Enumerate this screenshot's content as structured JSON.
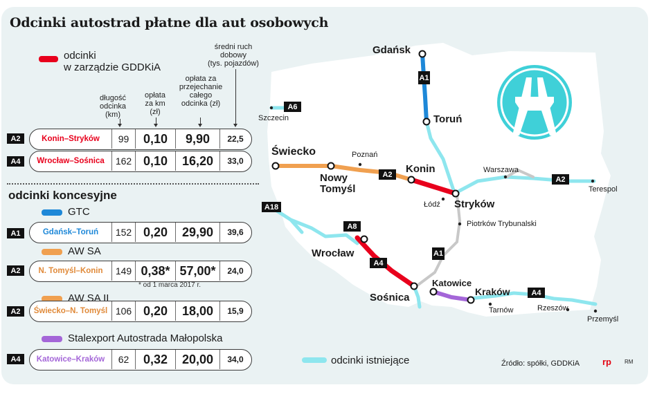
{
  "title": "Odcinki autostrad płatne dla aut osobowych",
  "colors": {
    "gddkia": "#e8001c",
    "gtc": "#1e88d8",
    "awsa": "#f0a050",
    "awsa2": "#f0a050",
    "stalexport": "#a466d8",
    "existing": "#8ee6ee",
    "panel": "#eaf2f3",
    "poland": "#ffffff"
  },
  "legend": {
    "gddkia": "odcinki\nw zarządzie GDDKiA",
    "existing": "odcinki istniejące"
  },
  "columns": {
    "length": "długość\nodcinka\n(km)",
    "fee_km": "opłata\nza km\n(zł)",
    "fee_total": "opłata za\nprzejechanie\ncałego\nodcinka (zł)",
    "traffic": "średni ruch\ndobowy\n(tys. pojazdów)"
  },
  "concession_header": "odcinki koncesyjne",
  "groups": [
    {
      "name": "GTC",
      "color": "#1e88d8"
    },
    {
      "name": "AW SA",
      "color": "#f0a050"
    },
    {
      "name": "AW SA II",
      "color": "#f0a050"
    },
    {
      "name": "Stalexport Autostrada Małopolska",
      "color": "#a466d8"
    }
  ],
  "footnote": "* od 1 marca 2017 r.",
  "chart_data": {
    "type": "table",
    "title": "Odcinki autostrad płatne dla aut osobowych",
    "headers": [
      "długość odcinka (km)",
      "opłata za km (zł)",
      "opłata za przejechanie całego odcinka (zł)",
      "średni ruch dobowy (tys. pojazdów)"
    ],
    "rows": [
      {
        "road": "A2",
        "segment": "Konin–Stryków",
        "operator": "GDDKiA",
        "color": "#e8001c",
        "length": "99",
        "fee_km": "0,10",
        "fee_total": "9,90",
        "traffic": "22,5"
      },
      {
        "road": "A4",
        "segment": "Wrocław–Sośnica",
        "operator": "GDDKiA",
        "color": "#e8001c",
        "length": "162",
        "fee_km": "0,10",
        "fee_total": "16,20",
        "traffic": "33,0"
      },
      {
        "road": "A1",
        "segment": "Gdańsk–Toruń",
        "operator": "GTC",
        "color": "#1e88d8",
        "length": "152",
        "fee_km": "0,20",
        "fee_total": "29,90",
        "traffic": "39,6"
      },
      {
        "road": "A2",
        "segment": "N. Tomyśl–Konin",
        "operator": "AW SA",
        "color": "#e08a3a",
        "length": "149",
        "fee_km": "0,38*",
        "fee_total": "57,00*",
        "traffic": "24,0"
      },
      {
        "road": "A2",
        "segment": "Świecko–N. Tomyśl",
        "operator": "AW SA II",
        "color": "#e08a3a",
        "length": "106",
        "fee_km": "0,20",
        "fee_total": "18,00",
        "traffic": "15,9"
      },
      {
        "road": "A4",
        "segment": "Katowice–Kraków",
        "operator": "Stalexport Autostrada Małopolska",
        "color": "#a466d8",
        "length": "62",
        "fee_km": "0,32",
        "fee_total": "20,00",
        "traffic": "34,0"
      }
    ]
  },
  "map": {
    "cities_major": [
      "Gdańsk",
      "Toruń",
      "Świecko",
      "Nowy\nTomyśl",
      "Konin",
      "Stryków",
      "Wrocław",
      "Sośnica",
      "Katowice",
      "Kraków"
    ],
    "cities_minor": [
      "Szczecin",
      "Poznań",
      "Warszawa",
      "Terespol",
      "Łódź",
      "Piotrków Trybunalski",
      "Tarnów",
      "Rzeszów",
      "Przemyśl"
    ],
    "road_badges": [
      "A1",
      "A6",
      "A2",
      "A2",
      "A18",
      "A8",
      "A4",
      "A1",
      "A4"
    ]
  },
  "source": "Źródło: spółki, GDDKiA",
  "logo": "rp",
  "logo_suffix": "RM"
}
